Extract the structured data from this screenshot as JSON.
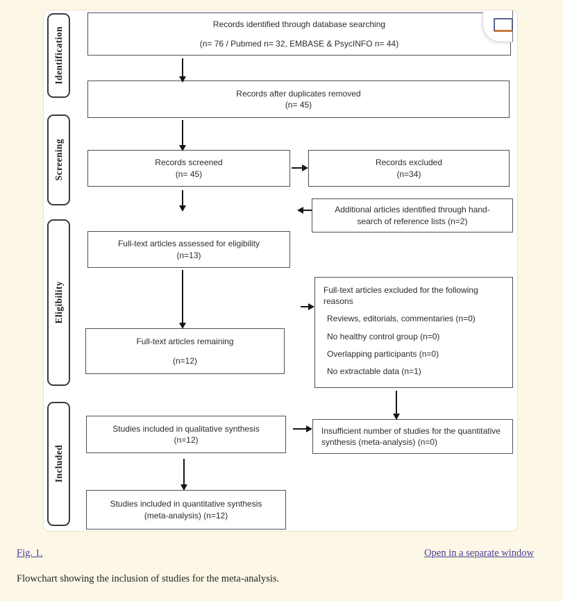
{
  "figure": {
    "stages": [
      {
        "label": "Identification"
      },
      {
        "label": "Screening"
      },
      {
        "label": "Eligibility"
      },
      {
        "label": "Included"
      }
    ],
    "boxes": {
      "identified": {
        "line1": "Records identified through database searching",
        "line2": "(n= 76 / Pubmed n= 32, EMBASE & PsycINFO n= 44)"
      },
      "duplicates": {
        "line1": "Records after duplicates removed",
        "line2": "(n= 45)"
      },
      "screened": {
        "line1": "Records screened",
        "line2": "(n= 45)"
      },
      "excluded": {
        "line1": "Records excluded",
        "line2": "(n=34)"
      },
      "additional": {
        "text": "Additional articles identified through hand-search of reference lists (n=2)"
      },
      "assessed": {
        "line1": "Full-text articles assessed for eligibility",
        "line2": "(n=13)"
      },
      "reasons": {
        "title": "Full-text articles excluded for the following reasons",
        "items": [
          "Reviews, editorials, commentaries (n=0)",
          "No healthy control group (n=0)",
          "Overlapping participants (n=0)",
          "No extractable data (n=1)"
        ]
      },
      "remaining": {
        "line1": "Full-text articles remaining",
        "line2": "(n=12)"
      },
      "qualitative": {
        "line1": "Studies included in qualitative synthesis",
        "line2": "(n=12)"
      },
      "insufficient": {
        "text": "Insufficient number of studies for the quantitative synthesis (meta-analysis) (n=0)"
      },
      "quantitative": {
        "line1": "Studies included in quantitative synthesis",
        "line2": "(meta-analysis) (n=12)"
      }
    },
    "icons": {
      "expand_figure": "expand-figure-icon"
    }
  },
  "caption": {
    "fig_label": "Fig. 1.",
    "open_link": "Open in a separate window",
    "text": "Flowchart showing the inclusion of studies for the meta-analysis."
  },
  "colors": {
    "page_bg": "#fcf7e6",
    "link": "#473f99",
    "box_border": "#4f4f4f",
    "arrow": "#161616"
  }
}
